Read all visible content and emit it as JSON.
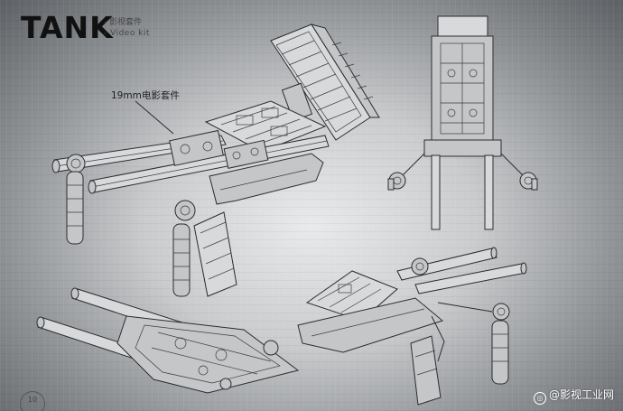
{
  "header": {
    "title": "TANK",
    "subtitle_cn": "- 影视套件",
    "subtitle_en": "- Video kit"
  },
  "callout": {
    "label": "19mm电影套件"
  },
  "page": {
    "number": "10"
  },
  "watermark": {
    "text": "@影视工业网"
  }
}
